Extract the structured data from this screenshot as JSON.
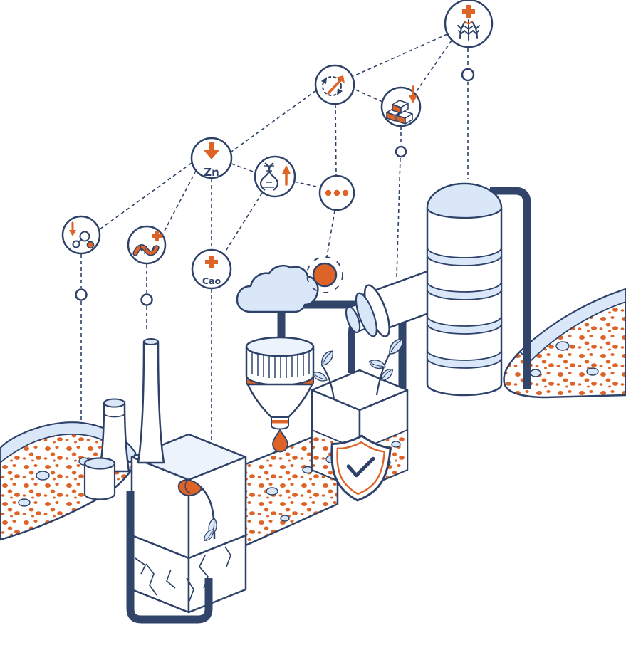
{
  "colors": {
    "outline_navy": "#2E4269",
    "pipe_navy": "#31456B",
    "accent_orange": "#DD6327",
    "light_blue": "#D9E7F8",
    "pale_blue": "#EDF3FC",
    "background": "#FFFFFF"
  },
  "badges": {
    "wheat": {
      "icons": [
        "plus-icon",
        "wheat-icon"
      ]
    },
    "cycle": {
      "icons": [
        "cycle-arrows-icon",
        "up-arrow-icon"
      ]
    },
    "metals": {
      "icons": [
        "metal-ingots-icon",
        "down-arrow-icon"
      ]
    },
    "zinc": {
      "label": "Zn",
      "icons": [
        "down-arrow-icon"
      ]
    },
    "dna": {
      "icons": [
        "dna-helix-icon",
        "up-arrow-icon"
      ]
    },
    "more": {
      "icons": [
        "ellipsis-icon"
      ]
    },
    "molecule": {
      "icons": [
        "molecule-icon",
        "down-arrow-icon"
      ]
    },
    "worm": {
      "icons": [
        "worm-icon",
        "plus-icon"
      ]
    },
    "calcium": {
      "label": "Cao",
      "icons": [
        "plus-icon"
      ]
    }
  },
  "scene": {
    "elements": [
      "cloud",
      "sun",
      "processing-tower",
      "pump-cylinder",
      "pipes",
      "dosing-funnel",
      "water-droplet",
      "soil-block-with-plants",
      "protection-shield-check",
      "factory-soil-block",
      "chimneys",
      "wilted-plant",
      "cracked-soil",
      "soil-heap-left",
      "soil-heap-right",
      "soil-nutrient-dots"
    ]
  }
}
